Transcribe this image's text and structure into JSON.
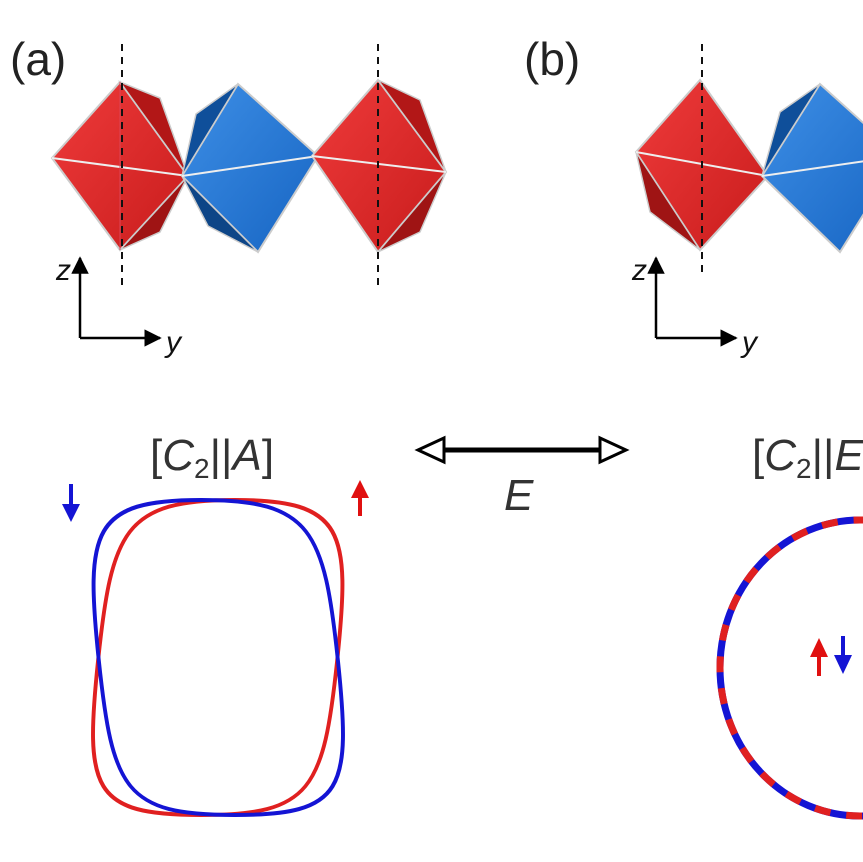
{
  "panels": {
    "a": {
      "label": "(a)",
      "symmetry": {
        "open": "[",
        "c": "C",
        "sub": "2",
        "bars": "||",
        "op": "A",
        "close": "]"
      }
    },
    "b": {
      "label": "(b)",
      "symmetry": {
        "open": "[",
        "c": "C",
        "sub": "2",
        "bars": "||",
        "op": "E",
        "close": ""
      }
    }
  },
  "axes": {
    "z": "z",
    "y": "y"
  },
  "field_label": "E",
  "colors": {
    "red": "#e02020",
    "blue": "#1a6fd6",
    "spin_red": "#e01010",
    "spin_blue": "#1010e0"
  },
  "icons": [
    "spin-down-arrow-icon",
    "spin-up-arrow-icon",
    "double-arrow-icon"
  ]
}
